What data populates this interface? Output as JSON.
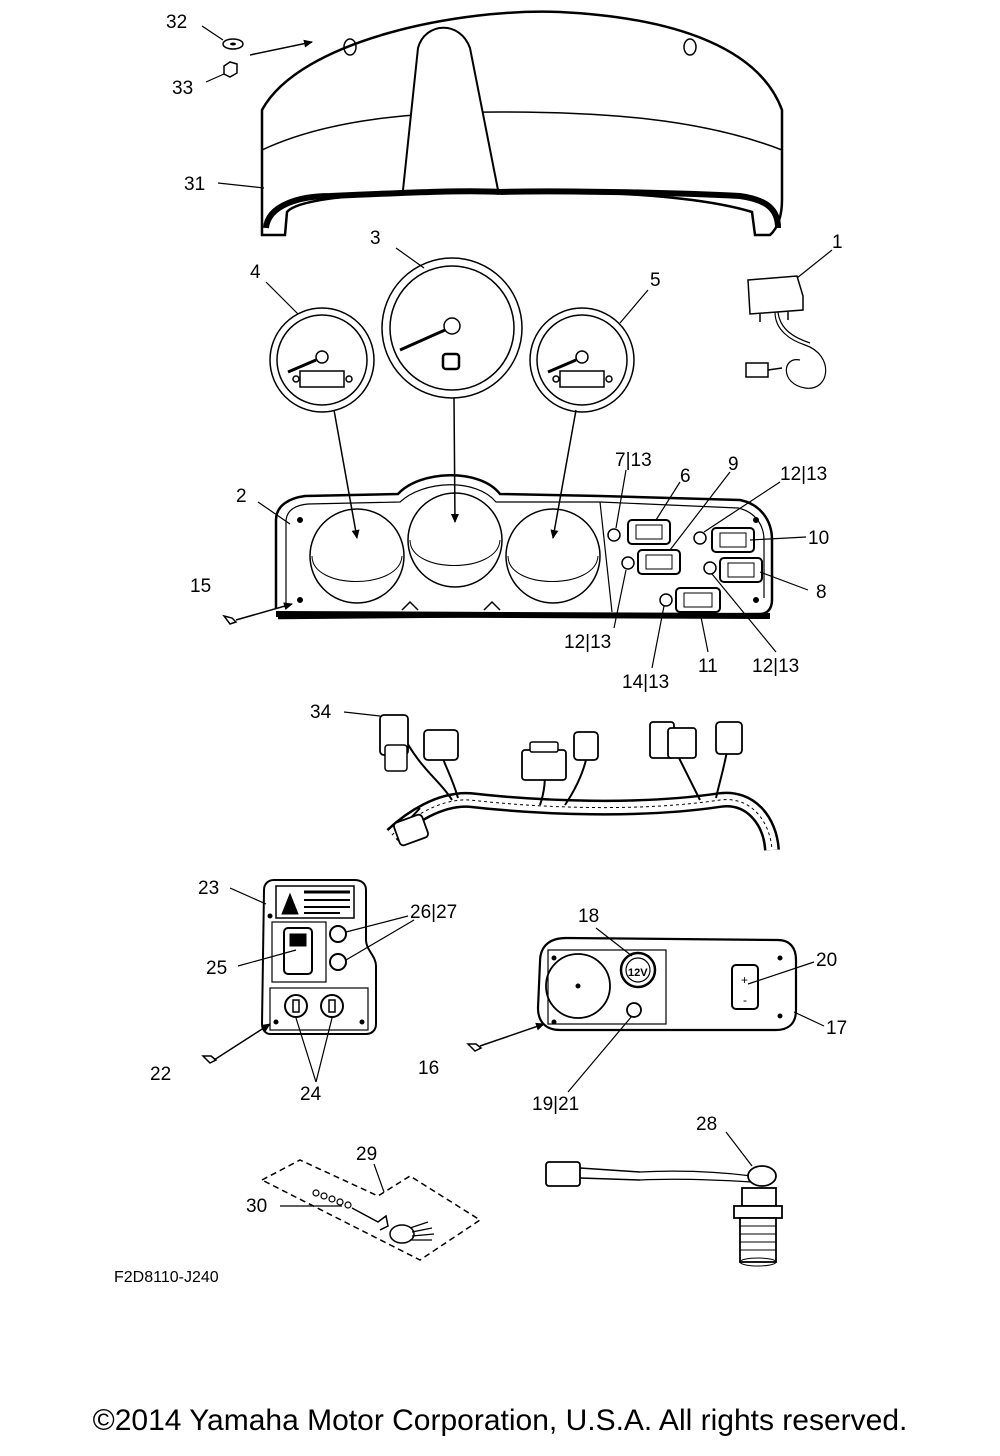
{
  "labels": {
    "p1": "1",
    "p2": "2",
    "p3": "3",
    "p4": "4",
    "p5": "5",
    "p6": "6",
    "p7": "7|13",
    "p8": "8",
    "p9": "9",
    "p10": "10",
    "p11": "11",
    "p12a": "12|13",
    "p12b": "12|13",
    "p12c": "12|13",
    "p14": "14|13",
    "p15": "15",
    "p16": "16",
    "p17": "17",
    "p18": "18",
    "p19": "19|21",
    "p20": "20",
    "p22": "22",
    "p23": "23",
    "p24": "24",
    "p25": "25",
    "p26": "26|27",
    "p28": "28",
    "p29": "29",
    "p30": "30",
    "p31": "31",
    "p32": "32",
    "p33": "33",
    "p34": "34"
  },
  "embedded": {
    "socket_text": "12V",
    "switch_plus": "+",
    "switch_minus": "-"
  },
  "figure_code": "F2D8110-J240",
  "copyright": "©2014 Yamaha Motor Corporation, U.S.A. All rights reserved."
}
